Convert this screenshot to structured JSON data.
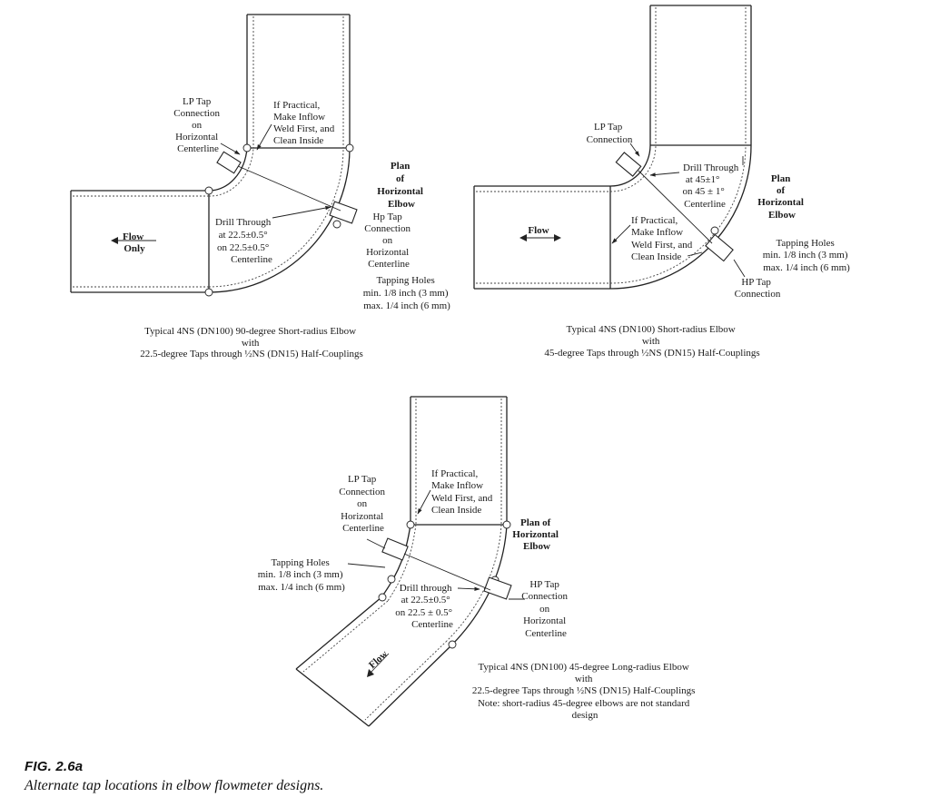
{
  "diagram_a": {
    "lp_tap": [
      "LP Tap",
      "Connection",
      "on",
      "Horizontal",
      "Centerline"
    ],
    "inflow_note": [
      "If Practical,",
      "Make Inflow",
      "Weld First, and",
      "Clean Inside"
    ],
    "plan": [
      "Plan",
      "of",
      "Horizontal",
      "Elbow"
    ],
    "hp_tap": [
      "Hp Tap",
      "Connection",
      "on",
      "Horizontal",
      "Centerline"
    ],
    "drill": [
      "Drill Through",
      "at 22.5±0.5°",
      "on 22.5±0.5°",
      "Centerline"
    ],
    "flow": [
      "Flow",
      "Only"
    ],
    "tapping": [
      "Tapping Holes",
      "min. 1/8 inch (3 mm)",
      "max. 1/4 inch (6 mm)"
    ],
    "caption": [
      "Typical 4NS (DN100) 90-degree Short-radius Elbow",
      "with",
      "22.5-degree Taps through ½NS (DN15) Half-Couplings"
    ]
  },
  "diagram_b": {
    "lp_tap": [
      "LP Tap",
      "Connection"
    ],
    "drill": [
      "Drill Through",
      "at 45±1°",
      "on 45 ± 1°",
      "Centerline"
    ],
    "plan": [
      "Plan",
      "of",
      "Horizontal",
      "Elbow"
    ],
    "flow": "Flow",
    "inflow_note": [
      "If Practical,",
      "Make Inflow",
      "Weld First, and",
      "Clean Inside"
    ],
    "tapping": [
      "Tapping Holes",
      "min. 1/8 inch (3 mm)",
      "max. 1/4 inch (6 mm)"
    ],
    "hp_tap": [
      "HP Tap",
      "Connection"
    ],
    "caption": [
      "Typical 4NS (DN100)  Short-radius Elbow",
      "with",
      "45-degree Taps through  ½NS (DN15) Half-Couplings"
    ]
  },
  "diagram_c": {
    "lp_tap": [
      "LP Tap",
      "Connection",
      "on",
      "Horizontal",
      "Centerline"
    ],
    "inflow_note": [
      "If Practical,",
      "Make Inflow",
      "Weld First, and",
      "Clean Inside"
    ],
    "plan": [
      "Plan of",
      "Horizontal",
      "Elbow"
    ],
    "tapping": [
      "Tapping Holes",
      "min. 1/8 inch (3 mm)",
      "max. 1/4 inch (6 mm)"
    ],
    "drill": [
      "Drill through",
      "at 22.5±0.5°",
      "on 22.5 ± 0.5°",
      "Centerline"
    ],
    "hp_tap": [
      "HP Tap",
      "Connection",
      "on",
      "Horizontal",
      "Centerline"
    ],
    "flow": "Flow",
    "caption": [
      "Typical 4NS (DN100) 45-degree Long-radius Elbow",
      "with",
      "22.5-degree Taps through ½NS (DN15) Half-Couplings",
      "Note: short-radius 45-degree elbows are not standard",
      "design"
    ]
  },
  "figure": {
    "number": "FIG. 2.6a",
    "title": "Alternate tap locations in elbow flowmeter designs."
  }
}
